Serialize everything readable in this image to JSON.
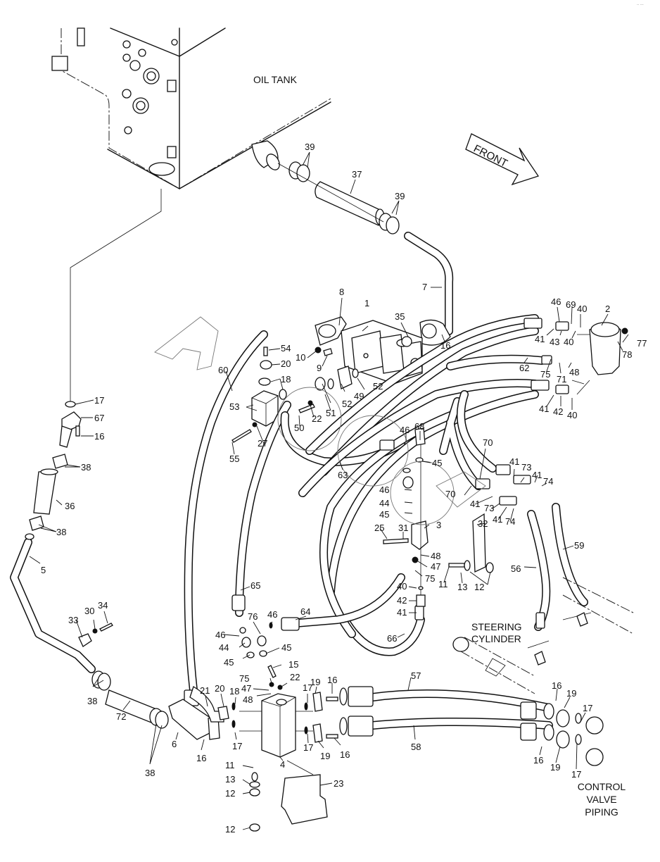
{
  "diagram": {
    "type": "exploded-parts-diagram",
    "corner_mark": "-- ---",
    "annotations": {
      "oil_tank": "OIL TANK",
      "front_arrow": "FRONT",
      "steering_cylinder_line1": "STEERING",
      "steering_cylinder_line2": "CYLINDER",
      "control_valve_line1": "CONTROL",
      "control_valve_line2": "VALVE",
      "control_valve_line3": "PIPING"
    },
    "callouts": [
      {
        "id": "c1",
        "label": "39"
      },
      {
        "id": "c2",
        "label": "37"
      },
      {
        "id": "c3",
        "label": "39"
      },
      {
        "id": "c4",
        "label": "7"
      },
      {
        "id": "c5",
        "label": "8"
      },
      {
        "id": "c6",
        "label": "1"
      },
      {
        "id": "c7",
        "label": "35"
      },
      {
        "id": "c8",
        "label": "16"
      },
      {
        "id": "c9",
        "label": "54"
      },
      {
        "id": "c10",
        "label": "10"
      },
      {
        "id": "c11",
        "label": "9"
      },
      {
        "id": "c12",
        "label": "20"
      },
      {
        "id": "c13",
        "label": "60"
      },
      {
        "id": "c14",
        "label": "18"
      },
      {
        "id": "c15",
        "label": "53"
      },
      {
        "id": "c16",
        "label": "52"
      },
      {
        "id": "c17",
        "label": "49"
      },
      {
        "id": "c18",
        "label": "52"
      },
      {
        "id": "c19",
        "label": "51"
      },
      {
        "id": "c20",
        "label": "22"
      },
      {
        "id": "c21",
        "label": "50"
      },
      {
        "id": "c22",
        "label": "27"
      },
      {
        "id": "c23",
        "label": "55"
      },
      {
        "id": "c24",
        "label": "46"
      },
      {
        "id": "c25",
        "label": "69"
      },
      {
        "id": "c26",
        "label": "40"
      },
      {
        "id": "c27",
        "label": "2"
      },
      {
        "id": "c28",
        "label": "41"
      },
      {
        "id": "c29",
        "label": "43"
      },
      {
        "id": "c30",
        "label": "40"
      },
      {
        "id": "c31",
        "label": "77"
      },
      {
        "id": "c32",
        "label": "78"
      },
      {
        "id": "c33",
        "label": "62"
      },
      {
        "id": "c34",
        "label": "75"
      },
      {
        "id": "c35",
        "label": "71"
      },
      {
        "id": "c36",
        "label": "48"
      },
      {
        "id": "c37",
        "label": "41"
      },
      {
        "id": "c38",
        "label": "42"
      },
      {
        "id": "c39",
        "label": "40"
      },
      {
        "id": "c40",
        "label": "46"
      },
      {
        "id": "c41",
        "label": "68"
      },
      {
        "id": "c42",
        "label": "45"
      },
      {
        "id": "c43",
        "label": "63"
      },
      {
        "id": "c44",
        "label": "46"
      },
      {
        "id": "c45",
        "label": "44"
      },
      {
        "id": "c46",
        "label": "45"
      },
      {
        "id": "c47",
        "label": "70"
      },
      {
        "id": "c48",
        "label": "41"
      },
      {
        "id": "c49",
        "label": "73"
      },
      {
        "id": "c50",
        "label": "41"
      },
      {
        "id": "c51",
        "label": "74"
      },
      {
        "id": "c52",
        "label": "70"
      },
      {
        "id": "c53",
        "label": "41"
      },
      {
        "id": "c54",
        "label": "73"
      },
      {
        "id": "c55",
        "label": "41"
      },
      {
        "id": "c56",
        "label": "74"
      },
      {
        "id": "c57",
        "label": "32"
      },
      {
        "id": "c58",
        "label": "3"
      },
      {
        "id": "c59",
        "label": "25"
      },
      {
        "id": "c60",
        "label": "31"
      },
      {
        "id": "c61",
        "label": "48"
      },
      {
        "id": "c62",
        "label": "47"
      },
      {
        "id": "c63",
        "label": "75"
      },
      {
        "id": "c64",
        "label": "11"
      },
      {
        "id": "c65",
        "label": "13"
      },
      {
        "id": "c66",
        "label": "12"
      },
      {
        "id": "c67",
        "label": "40"
      },
      {
        "id": "c68",
        "label": "42"
      },
      {
        "id": "c69",
        "label": "41"
      },
      {
        "id": "c70",
        "label": "56"
      },
      {
        "id": "c71",
        "label": "59"
      },
      {
        "id": "c72",
        "label": "65"
      },
      {
        "id": "c73",
        "label": "64"
      },
      {
        "id": "c74",
        "label": "66"
      },
      {
        "id": "c75",
        "label": "76"
      },
      {
        "id": "c76",
        "label": "46"
      },
      {
        "id": "c77",
        "label": "46"
      },
      {
        "id": "c78",
        "label": "44"
      },
      {
        "id": "c79",
        "label": "45"
      },
      {
        "id": "c80",
        "label": "45"
      },
      {
        "id": "c81",
        "label": "15"
      },
      {
        "id": "c82",
        "label": "75"
      },
      {
        "id": "c83",
        "label": "22"
      },
      {
        "id": "c84",
        "label": "47"
      },
      {
        "id": "c85",
        "label": "48"
      },
      {
        "id": "c86",
        "label": "21"
      },
      {
        "id": "c87",
        "label": "20"
      },
      {
        "id": "c88",
        "label": "18"
      },
      {
        "id": "c89",
        "label": "17"
      },
      {
        "id": "c90",
        "label": "19"
      },
      {
        "id": "c91",
        "label": "16"
      },
      {
        "id": "c92",
        "label": "57"
      },
      {
        "id": "c93",
        "label": "17"
      },
      {
        "id": "c94",
        "label": "19"
      },
      {
        "id": "c95",
        "label": "16"
      },
      {
        "id": "c96",
        "label": "58"
      },
      {
        "id": "c97",
        "label": "17"
      },
      {
        "id": "c98",
        "label": "4"
      },
      {
        "id": "c99",
        "label": "6"
      },
      {
        "id": "c100",
        "label": "16"
      },
      {
        "id": "c101",
        "label": "72"
      },
      {
        "id": "c102",
        "label": "38"
      },
      {
        "id": "c103",
        "label": "38"
      },
      {
        "id": "c104",
        "label": "33"
      },
      {
        "id": "c105",
        "label": "30"
      },
      {
        "id": "c106",
        "label": "34"
      },
      {
        "id": "c107",
        "label": "5"
      },
      {
        "id": "c108",
        "label": "38"
      },
      {
        "id": "c109",
        "label": "36"
      },
      {
        "id": "c110",
        "label": "38"
      },
      {
        "id": "c111",
        "label": "16"
      },
      {
        "id": "c112",
        "label": "67"
      },
      {
        "id": "c113",
        "label": "17"
      },
      {
        "id": "c114",
        "label": "11"
      },
      {
        "id": "c115",
        "label": "13"
      },
      {
        "id": "c116",
        "label": "12"
      },
      {
        "id": "c117",
        "label": "23"
      },
      {
        "id": "c118",
        "label": "12"
      },
      {
        "id": "c119",
        "label": "16"
      },
      {
        "id": "c120",
        "label": "19"
      },
      {
        "id": "c121",
        "label": "17"
      },
      {
        "id": "c122",
        "label": "16"
      },
      {
        "id": "c123",
        "label": "19"
      },
      {
        "id": "c124",
        "label": "17"
      }
    ]
  }
}
